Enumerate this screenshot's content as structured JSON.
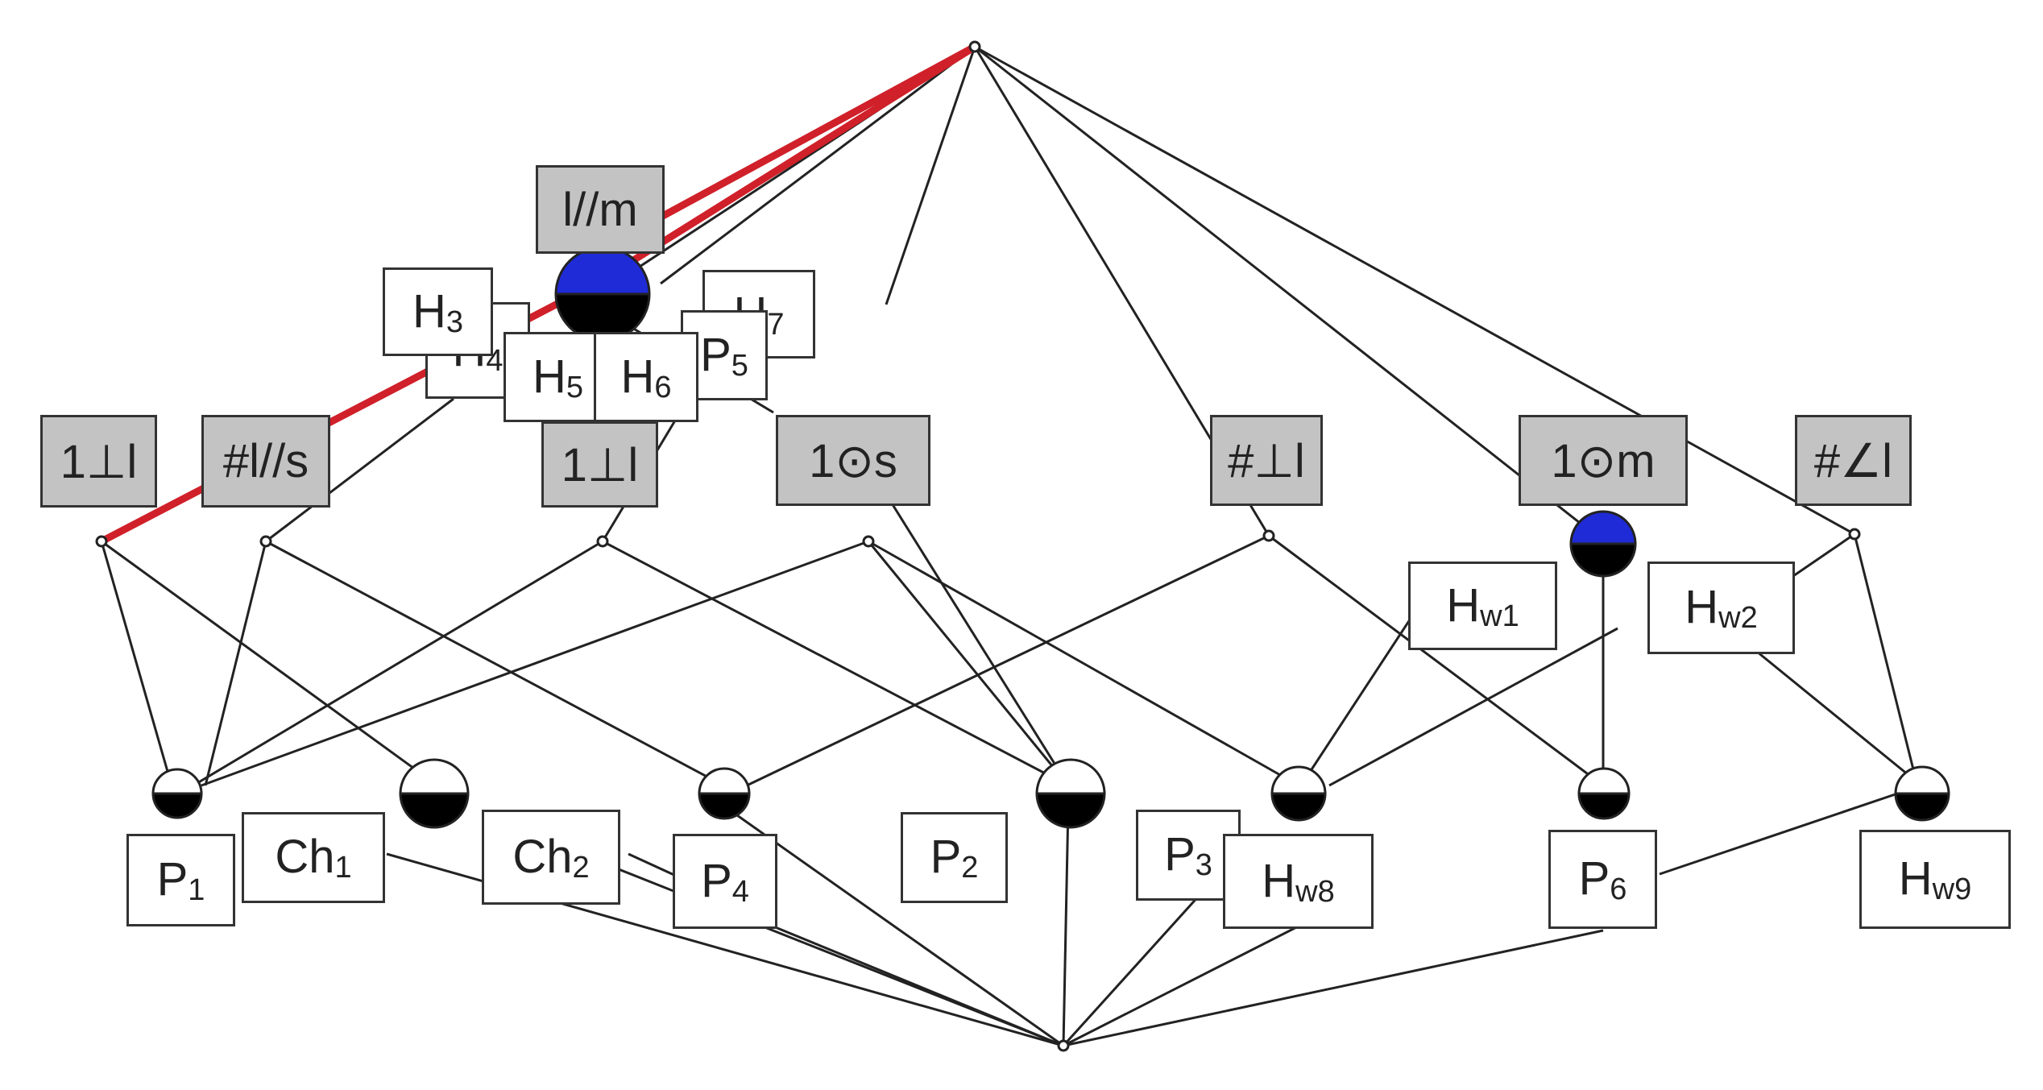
{
  "colors": {
    "line": "#222222",
    "highlight": "#d0202a",
    "blue_node": "#1f2bd6",
    "gray_box": "#c3c3c3",
    "black": "#000000"
  },
  "labels": {
    "lm": "l//m",
    "H3": "H3",
    "H4": "H4",
    "H5": "H5",
    "H6": "H6",
    "H7": "H7",
    "P5": "P5",
    "r1": "1⊥l",
    "r2": "#l//s",
    "r3": "1⊥l",
    "r4": "1⊙s",
    "r5": "#⊥l",
    "r6": "1⊙m",
    "r7": "#∠l",
    "Hw1": "Hw1",
    "Hw2": "Hw2",
    "P1": "P1",
    "Ch1": "Ch1",
    "Ch2": "Ch2",
    "P4": "P4",
    "P2": "P2",
    "P3": "P3",
    "Hw8": "Hw8",
    "P6": "P6",
    "Hw9": "Hw9"
  }
}
